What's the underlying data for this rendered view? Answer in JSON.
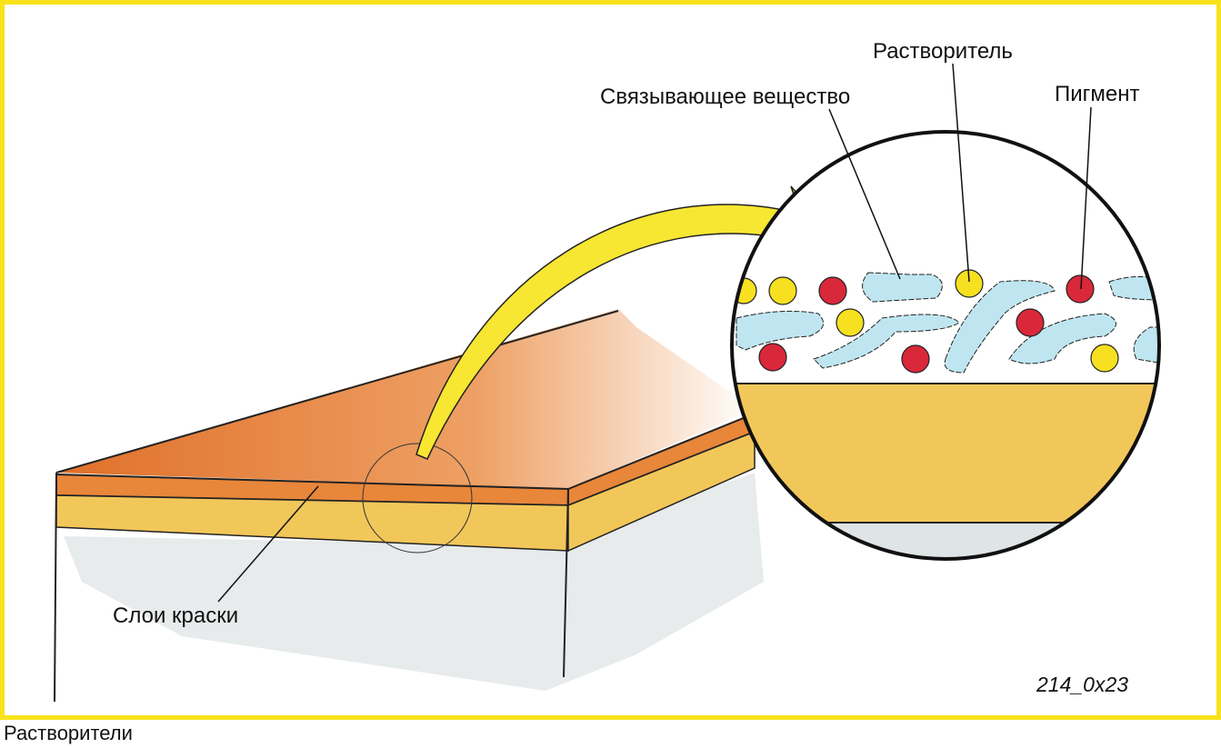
{
  "labels": {
    "binder": "Связывающее вещество",
    "solvent": "Растворитель",
    "pigment": "Пигмент",
    "paint_layers": "Слои краски"
  },
  "figure_code": "214_0x23",
  "caption": "Растворители",
  "colors": {
    "frame": "#f7e21b",
    "orange": "#e8863a",
    "yellow_layer": "#f2c75a",
    "pigment_red": "#d9283a",
    "solvent_yellow": "#f7e020",
    "binder_blue": "#bfe6f0"
  }
}
